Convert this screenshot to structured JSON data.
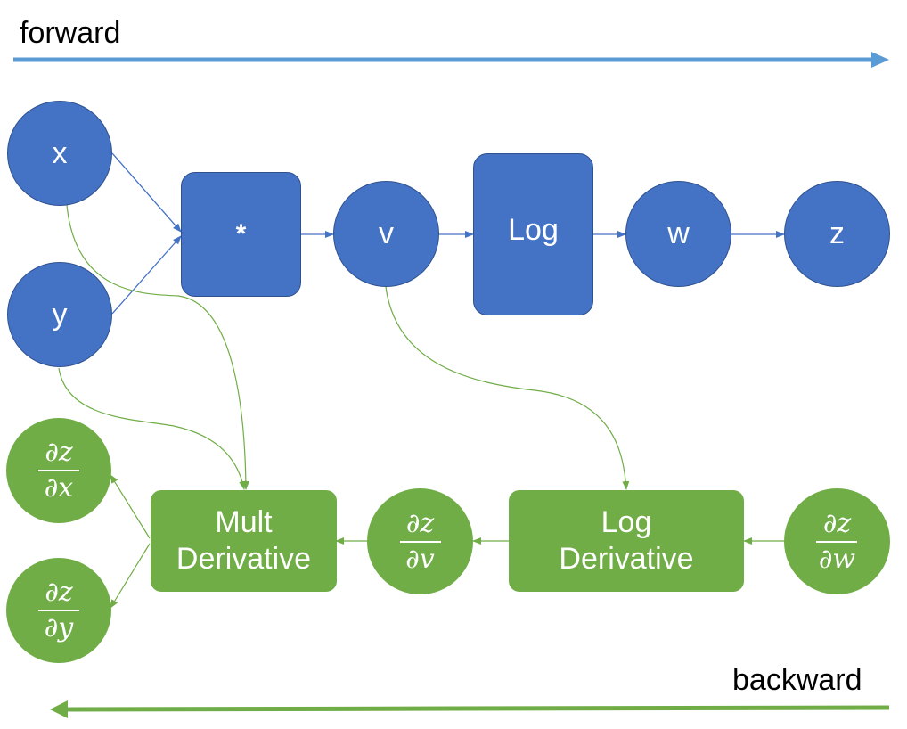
{
  "directions": {
    "forward": "forward",
    "backward": "backward"
  },
  "forward_nodes": {
    "x": "x",
    "y": "y",
    "mult_op": "*",
    "v": "v",
    "log_op": "Log",
    "w": "w",
    "z": "z"
  },
  "backward_nodes": {
    "dz_dx": {
      "num": "∂z",
      "den": "∂x"
    },
    "dz_dy": {
      "num": "∂z",
      "den": "∂y"
    },
    "mult_derivative": "Mult Derivative",
    "dz_dv": {
      "num": "∂z",
      "den": "∂v"
    },
    "log_derivative": "Log Derivative",
    "dz_dw": {
      "num": "∂z",
      "den": "∂w"
    }
  },
  "colors": {
    "forward": "#4472c4",
    "forward_arrow": "#5b9bd5",
    "backward": "#70ad47"
  }
}
